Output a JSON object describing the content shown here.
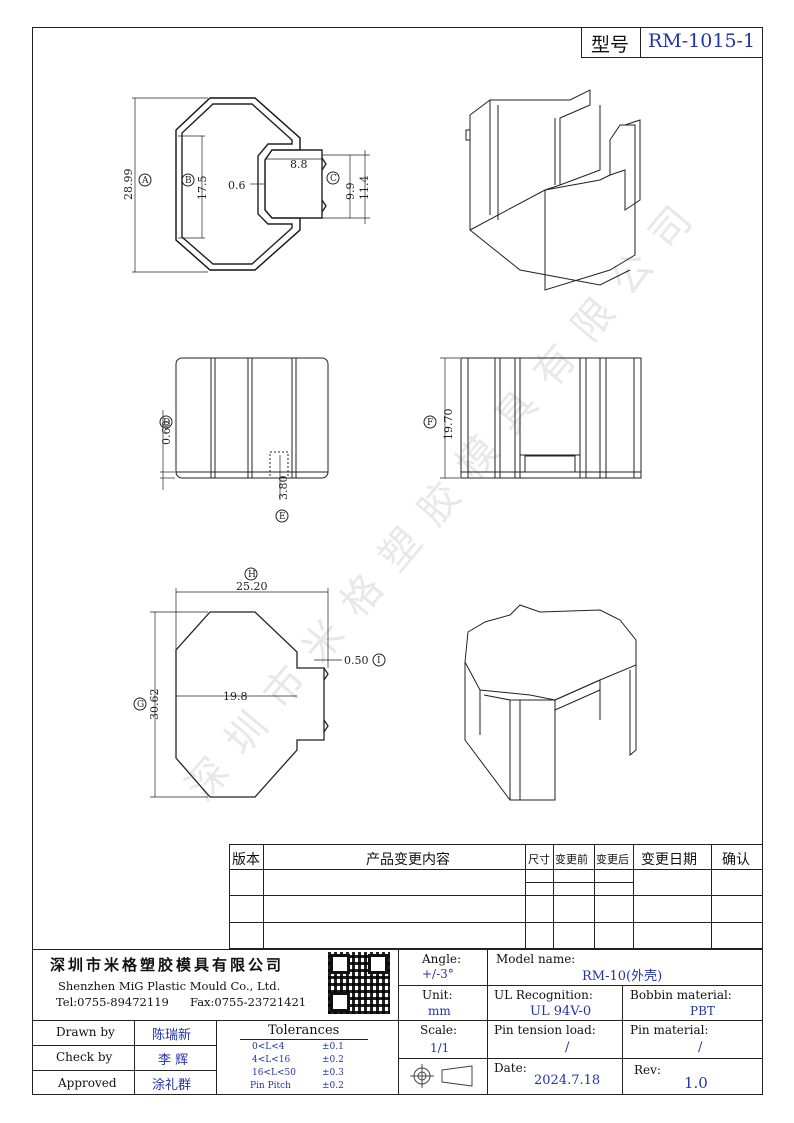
{
  "model_box": {
    "label": "型号",
    "value": "RM-1015-1"
  },
  "dims": {
    "A": "A",
    "B": "B",
    "C": "C",
    "D": "D",
    "E": "E",
    "F": "F",
    "G": "G",
    "H": "H",
    "I": "I",
    "d_28_99": "28.99",
    "d_17_5": "17.5",
    "d_0_6": "0.6",
    "d_8_8": "8.8",
    "d_9_9": "9.9",
    "d_11_4": "11.4",
    "d_0_60": "0.60",
    "d_3_80": "3.80",
    "d_19_70": "19.70",
    "d_25_20": "25.20",
    "d_0_50": "0.50",
    "d_19_8": "19.8",
    "d_30_62": "30.62"
  },
  "watermark": "深圳市米格塑胶模具有限公司",
  "revision_table": {
    "headers": [
      "版本",
      "产品变更内容",
      "尺寸",
      "变更前",
      "变更后",
      "变更日期",
      "确认"
    ]
  },
  "title_block": {
    "company_cn": "深圳市米格塑胶模具有限公司",
    "company_en": "Shenzhen MiG Plastic Mould Co., Ltd.",
    "tel": "Tel:0755-89472119",
    "fax": "Fax:0755-23721421",
    "angle_label": "Angle:",
    "angle_value": "+/-3°",
    "unit_label": "Unit:",
    "unit_value": "mm",
    "scale_label": "Scale:",
    "scale_value": "1/1",
    "model_label": "Model name:",
    "model_value": "RM-10(外壳)",
    "ul_label": "UL Recognition:",
    "ul_value": "UL 94V-0",
    "bobbin_label": "Bobbin material:",
    "bobbin_value": "PBT",
    "pin_tension_label": "Pin tension load:",
    "pin_tension_value": "/",
    "pin_material_label": "Pin material:",
    "pin_material_value": "/",
    "date_label": "Date:",
    "date_value": "2024.7.18",
    "rev_label": "Rev:",
    "rev_value": "1.0",
    "drawn_label": "Drawn by",
    "drawn_value": "陈瑞新",
    "check_label": "Check by",
    "check_value": "李 辉",
    "approved_label": "Approved",
    "approved_value": "涂礼群",
    "tol_title": "Tolerances",
    "tol_rows": [
      {
        "range": "0<L<4",
        "value": "±0.1"
      },
      {
        "range": "4<L<16",
        "value": "±0.2"
      },
      {
        "range": "16<L<50",
        "value": "±0.3"
      },
      {
        "range": "Pin Pitch",
        "value": "±0.2"
      }
    ]
  }
}
